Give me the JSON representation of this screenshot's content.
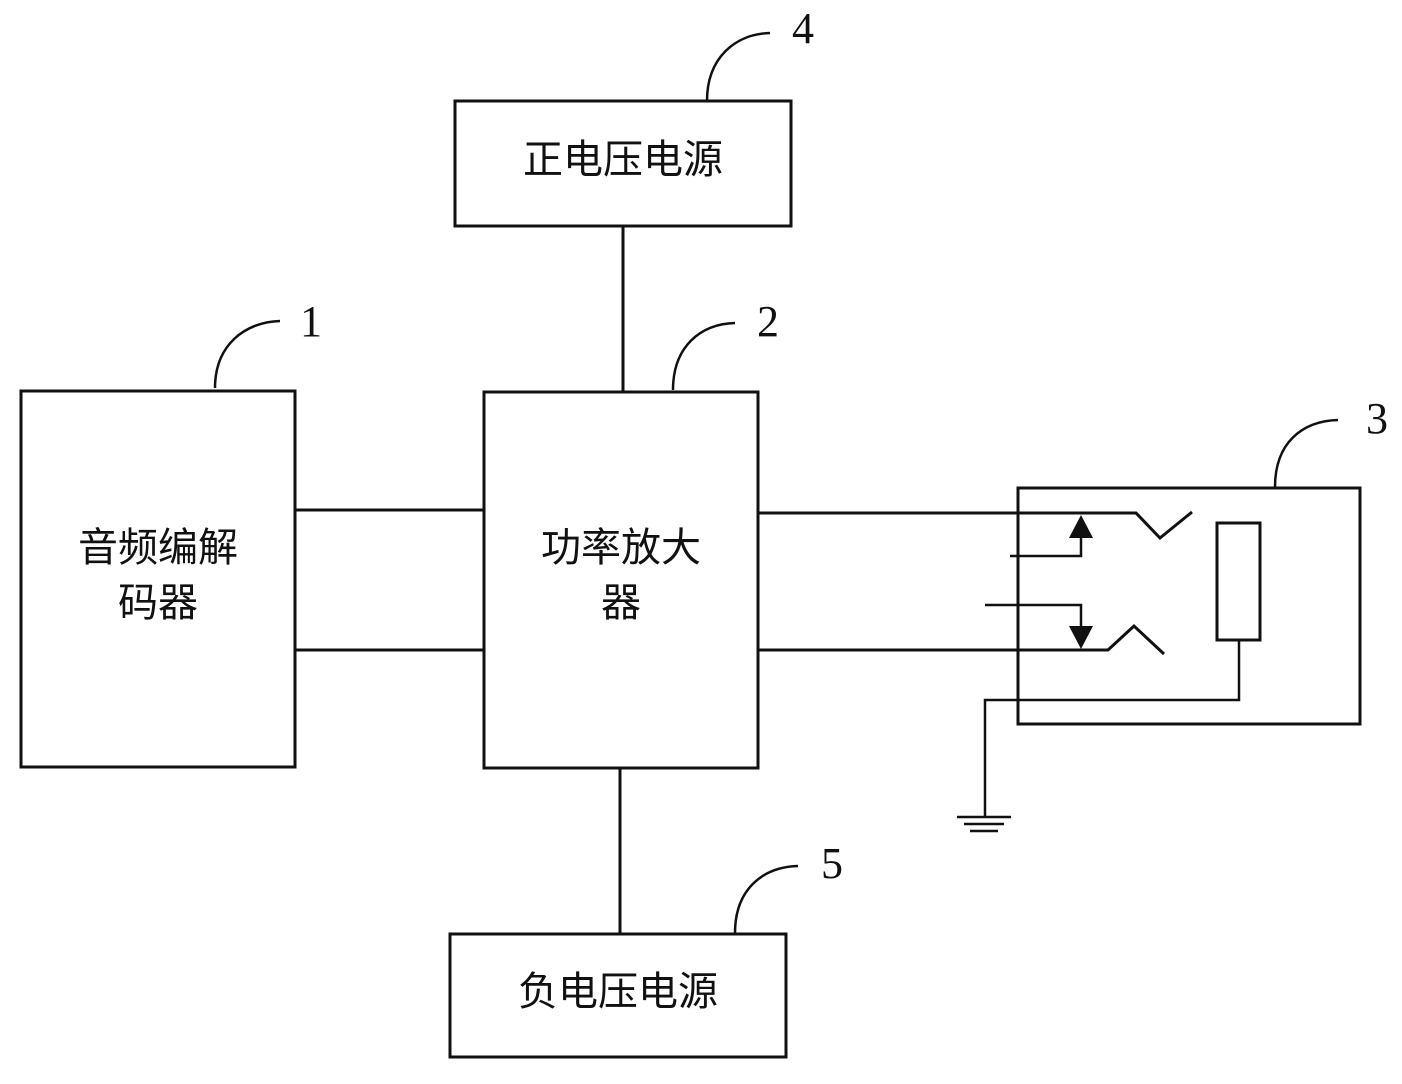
{
  "blocks": {
    "codec": {
      "line1": "音频编解",
      "line2": "码器",
      "ref": "1"
    },
    "amplifier": {
      "line1": "功率放大",
      "line2": "器",
      "ref": "2"
    },
    "jack": {
      "ref": "3"
    },
    "positive_supply": {
      "label": "正电压电源",
      "ref": "4"
    },
    "negative_supply": {
      "label": "负电压电源",
      "ref": "5"
    }
  }
}
